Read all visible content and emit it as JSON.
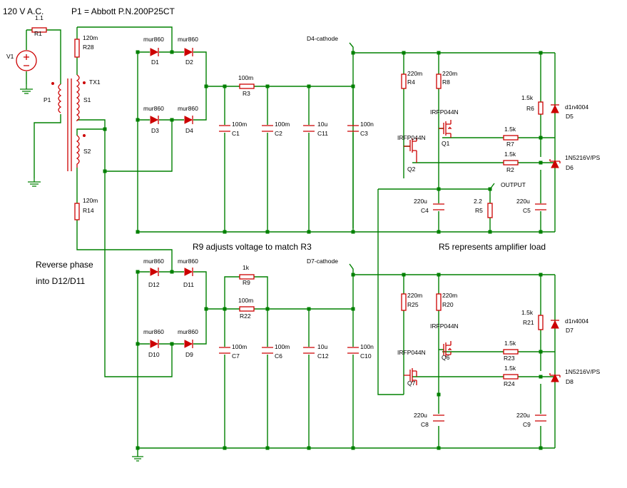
{
  "notes": {
    "source": "120 V A.C.",
    "transformer": "P1 = Abbott P.N.200P25CT",
    "r9_note": "R9 adjusts voltage to match R3",
    "r5_note": "R5 represents amplifier load",
    "reverse_line1": "Reverse phase",
    "reverse_line2": "into D12/D11"
  },
  "labels": {
    "R1_val": "1.1",
    "R1": "R1",
    "V1": "V1",
    "R28_val": "120m",
    "R28": "R28",
    "P1": "P1",
    "TX1": "TX1",
    "S1": "S1",
    "S2": "S2",
    "R14_val": "120m",
    "R14": "R14",
    "D1_val": "mur860",
    "D1": "D1",
    "D2_val": "mur860",
    "D2": "D2",
    "D3_val": "mur860",
    "D3": "D3",
    "D4_val": "mur860",
    "D4": "D4",
    "R3_val": "100m",
    "R3": "R3",
    "C1_val": "100m",
    "C1": "C1",
    "C2_val": "100m",
    "C2": "C2",
    "C11_val": "10u",
    "C11": "C11",
    "C3_val": "100n",
    "C3": "C3",
    "D4cath": "D4-cathode",
    "R4_val": "220m",
    "R4": "R4",
    "R8_val": "220m",
    "R8": "R8",
    "Q1_type": "IRFP044N",
    "Q1": "Q1",
    "Q2_type": "IRFP044N",
    "Q2": "Q2",
    "R6_val": "1.5k",
    "R6": "R6",
    "D5_type": "d1n4004",
    "D5": "D5",
    "R7_val": "1.5k",
    "R7": "R7",
    "R2_val": "1.5k",
    "R2": "R2",
    "D6_type": "1N5216V/PS",
    "D6": "D6",
    "OUTPUT": "OUTPUT",
    "C4_val": "220u",
    "C4": "C4",
    "R5_val": "2.2",
    "R5": "R5",
    "C5_val": "220u",
    "C5": "C5",
    "D12_val": "mur860",
    "D12": "D12",
    "D11_val": "mur860",
    "D11": "D11",
    "D10_val": "mur860",
    "D10": "D10",
    "D9_val": "mur860",
    "D9": "D9",
    "R9_val": "1k",
    "R9": "R9",
    "R22_val": "100m",
    "R22": "R22",
    "C7_val": "100m",
    "C7": "C7",
    "C6_val": "100m",
    "C6": "C6",
    "C12_val": "10u",
    "C12": "C12",
    "C10_val": "100n",
    "C10": "C10",
    "D7cath": "D7-cathode",
    "R25_val": "220m",
    "R25": "R25",
    "R20_val": "220m",
    "R20": "R20",
    "Q6_type": "IRFP044N",
    "Q6": "Q6",
    "Q7_type": "IRFP044N",
    "Q7": "Q7",
    "R21_val": "1.5k",
    "R21": "R21",
    "D7_type": "d1n4004",
    "D7": "D7",
    "R23_val": "1.5k",
    "R23": "R23",
    "R24_val": "1.5k",
    "R24": "R24",
    "D8_type": "1N5216V/PS",
    "D8": "D8",
    "C8_val": "220u",
    "C8": "C8",
    "C9_val": "220u",
    "C9": "C9"
  },
  "colors": {
    "wire": "#008000",
    "component": "#cc0000",
    "text": "#000000"
  }
}
